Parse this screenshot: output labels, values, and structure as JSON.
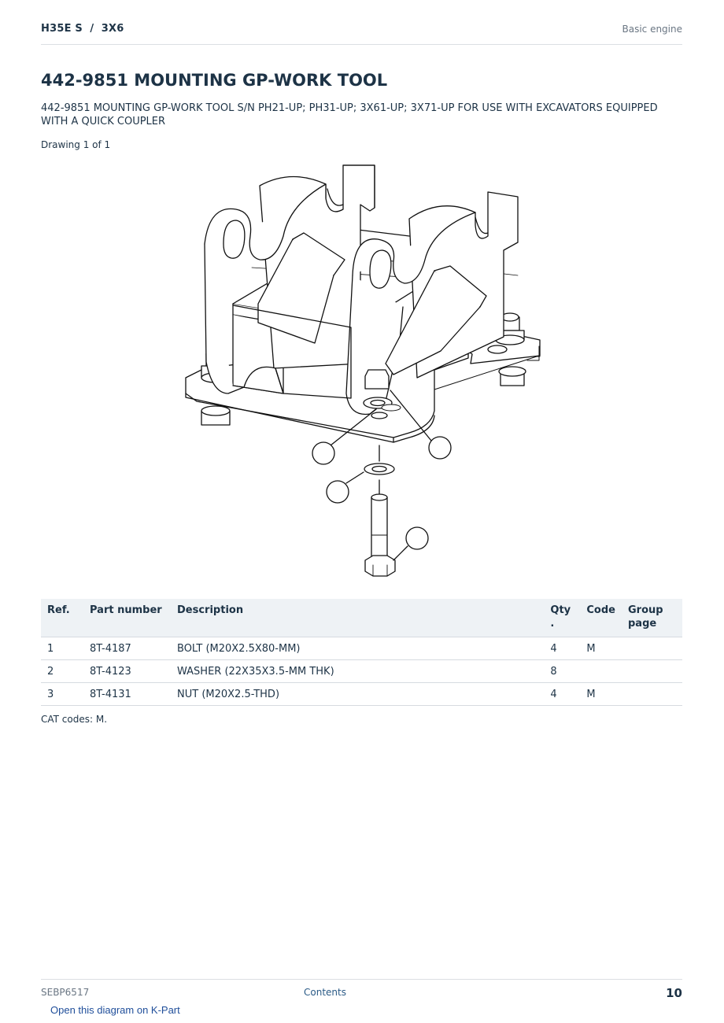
{
  "header": {
    "model": "H35E S  /  3X6",
    "section": "Basic engine"
  },
  "title": "442-9851 MOUNTING GP-WORK TOOL",
  "subtitle": "442-9851 MOUNTING GP-WORK TOOL S/N PH21-UP; PH31-UP; 3X61-UP; 3X71-UP FOR USE WITH EXCAVATORS EQUIPPED WITH A QUICK COUPLER",
  "drawing_label": "Drawing 1 of 1",
  "table": {
    "headers": {
      "ref": "Ref.",
      "part_number": "Part number",
      "description": "Description",
      "qty": "Qty\n.",
      "code": "Code",
      "group_page": "Group page"
    },
    "rows": [
      {
        "ref": "1",
        "part_number": "8T-4187",
        "description": "BOLT (M20X2.5X80-MM)",
        "qty": "4",
        "code": "M",
        "group_page": ""
      },
      {
        "ref": "2",
        "part_number": "8T-4123",
        "description": "WASHER (22X35X3.5-MM THK)",
        "qty": "8",
        "code": "",
        "group_page": ""
      },
      {
        "ref": "3",
        "part_number": "8T-4131",
        "description": "NUT (M20X2.5-THD)",
        "qty": "4",
        "code": "M",
        "group_page": ""
      }
    ]
  },
  "cat_codes": "CAT codes: M.",
  "footer": {
    "doc_number": "SEBP6517",
    "contents_link": "Contents",
    "page_number": "10"
  },
  "kpart_link": "Open this diagram on K-Part",
  "colors": {
    "heading": "#1d3346",
    "muted": "#6a7683",
    "table_header_bg": "#eef2f5",
    "link": "#1f4e9a"
  }
}
